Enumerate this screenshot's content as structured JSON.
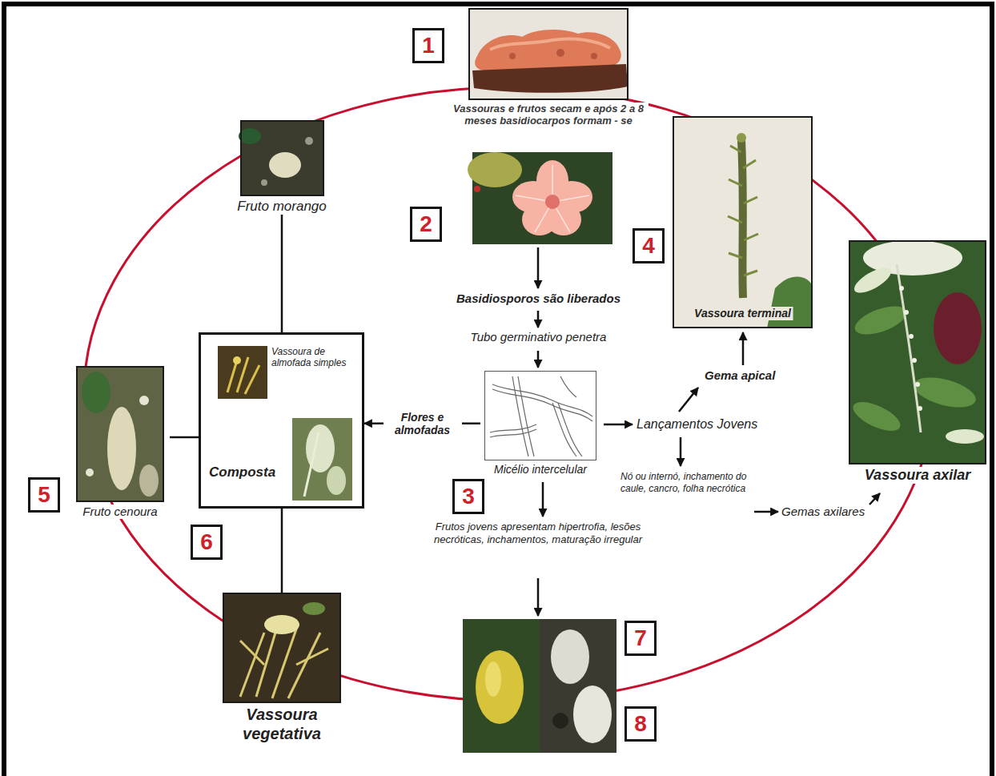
{
  "diagram": {
    "nodes": [
      {
        "text": [
          "1"
        ]
      },
      {
        "text": [
          "Vassouras e frutos secam e após 2 a 8 meses basidiocarpos formam - se"
        ]
      },
      {
        "text": [
          "Fruto morango"
        ]
      },
      {
        "text": [
          "2"
        ]
      },
      {
        "text": [
          "4"
        ]
      },
      {
        "text": [
          "Vassoura terminal"
        ]
      },
      {
        "text": [
          "Vassoura axilar"
        ]
      },
      {
        "text": [
          "Vassoura de almofada simples",
          "Composta"
        ]
      },
      {
        "text": [
          "Micélio intercelular"
        ]
      },
      {
        "text": [
          "5"
        ]
      },
      {
        "text": [
          "Fruto cenoura"
        ]
      },
      {
        "text": [
          "3"
        ]
      },
      {
        "text": [
          "6"
        ]
      },
      {
        "text": [
          "Vassoura vegetativa"
        ]
      },
      {
        "text": [
          "7"
        ]
      },
      {
        "text": [
          "8"
        ]
      }
    ],
    "edges": [
      {
        "from": 2,
        "to": 7,
        "arrow": "none"
      },
      {
        "from": 10,
        "to": 7,
        "arrow": "none"
      },
      {
        "from": 7,
        "to": 13,
        "arrow": "none"
      },
      {
        "from": 8,
        "to": 7,
        "arrow": "to",
        "label": "Flores e almofadas"
      }
    ],
    "labels": [
      "Basidiosporos são liberados",
      "Tubo germinativo penetra",
      "Lançamentos Jovens",
      "Gema apical",
      "Nó ou internó, inchamento do caule, cancro, folha necrótica",
      "Gemas axilares",
      "Frutos jovens apresentam hipertrofia, lesões necróticas, inchamentos, maturação irregular"
    ]
  }
}
